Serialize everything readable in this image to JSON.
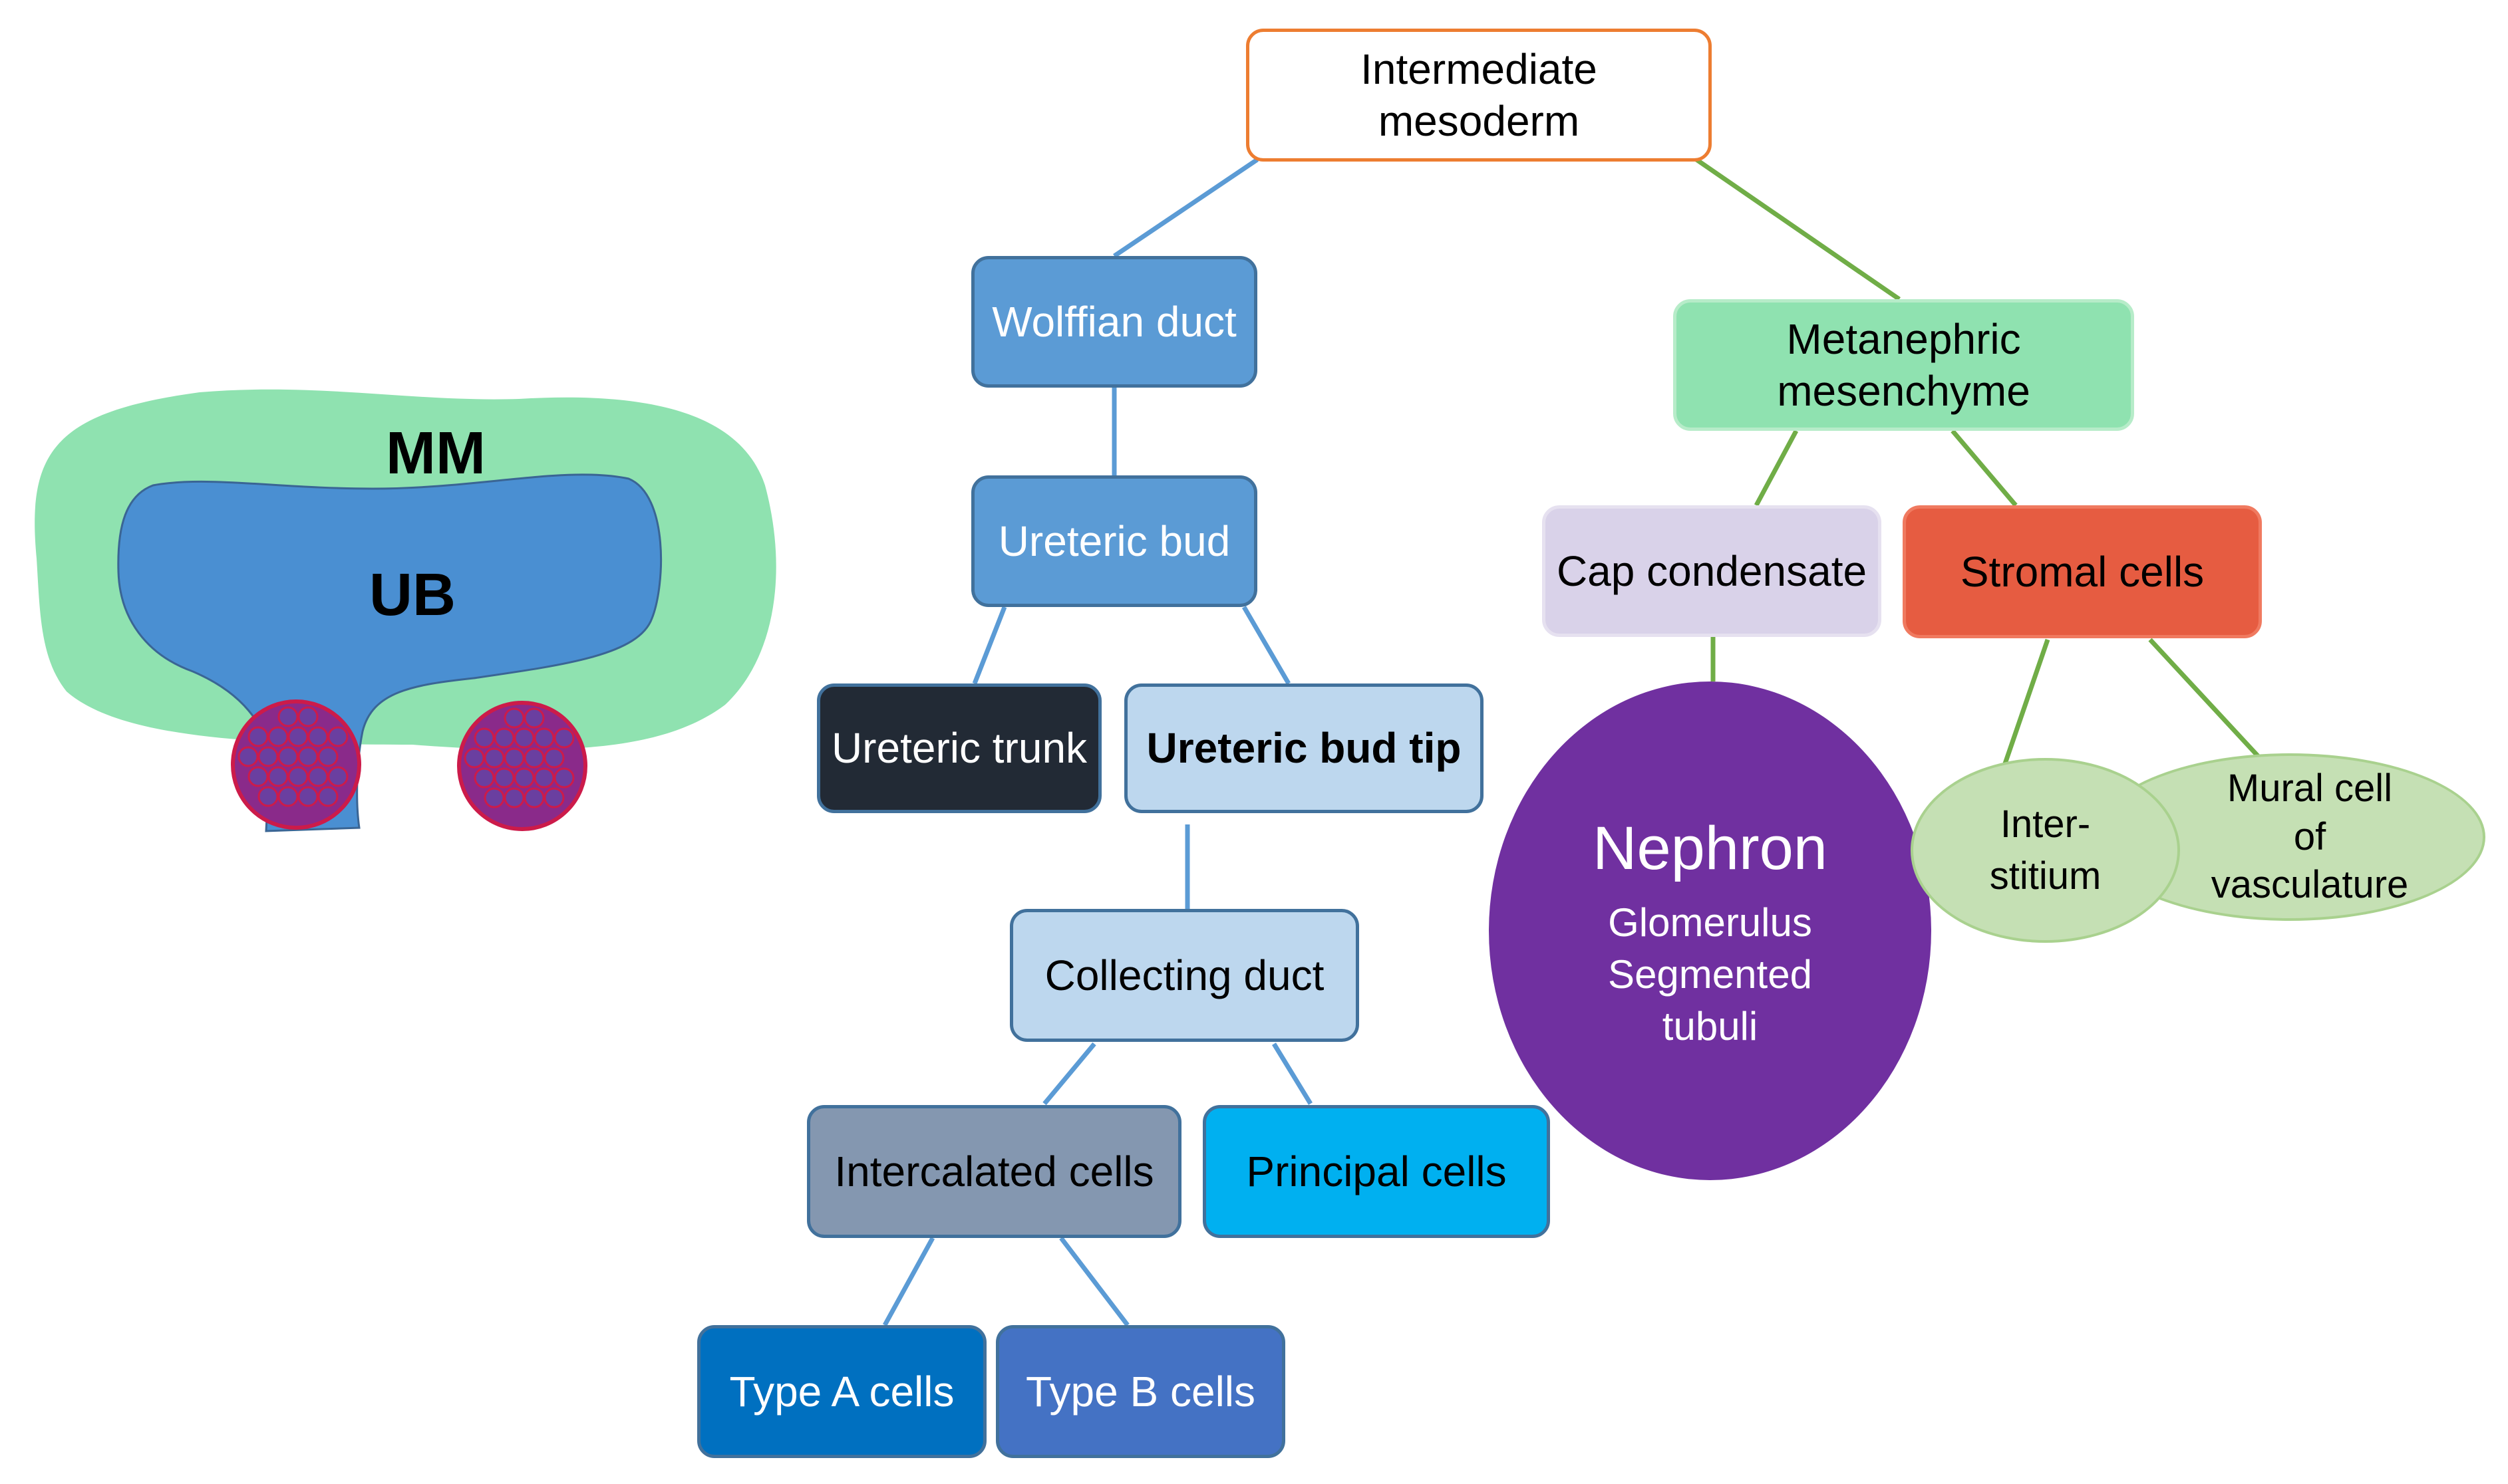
{
  "illustration": {
    "outer_label": "MM",
    "inner_label": "UB",
    "colors": {
      "mm_fill": "#8fe2b0",
      "ub_fill": "#4a8fd2",
      "cluster_fill": "#8a2a8a",
      "cluster_border": "#cc1b4a"
    }
  },
  "nodes": {
    "intermediate_mesoderm": "Intermediate mesoderm",
    "wolffian_duct": "Wolffian duct",
    "ureteric_bud": "Ureteric bud",
    "ureteric_trunk": "Ureteric trunk",
    "ureteric_bud_tip": "Ureteric bud tip",
    "collecting_duct": "Collecting duct",
    "intercalated_cells": "Intercalated cells",
    "principal_cells": "Principal cells",
    "type_a_cells": "Type A cells",
    "type_b_cells": "Type B cells",
    "metanephric_mesenchyme": "Metanephric mesenchyme",
    "cap_condensate": "Cap condensate",
    "stromal_cells": "Stromal cells",
    "nephron": {
      "title": "Nephron",
      "line1": "Glomerulus",
      "line2": "Segmented tubuli"
    },
    "interstitium": "Inter-stitium",
    "mural_cell": "Mural cell of vasculature"
  },
  "colors": {
    "ub_lineage_line": "#5b9bd5",
    "mm_lineage_line": "#70ad47",
    "origin_border": "#ed7d31",
    "blue_box": "#5b9bd5",
    "pale_blue_box": "#bdd7ee",
    "dark_box": "#222a35",
    "grey_blue_box": "#8497b0",
    "cyan_box": "#00b0f0",
    "type_a_box": "#0070c0",
    "type_b_box": "#4472c4",
    "mint_box": "#8fe2b0",
    "lavender_box": "#d9d2e9",
    "red_box": "#e65c41",
    "nephron_oval": "#7030a0",
    "stroma_oval": "#c5e0b4"
  }
}
